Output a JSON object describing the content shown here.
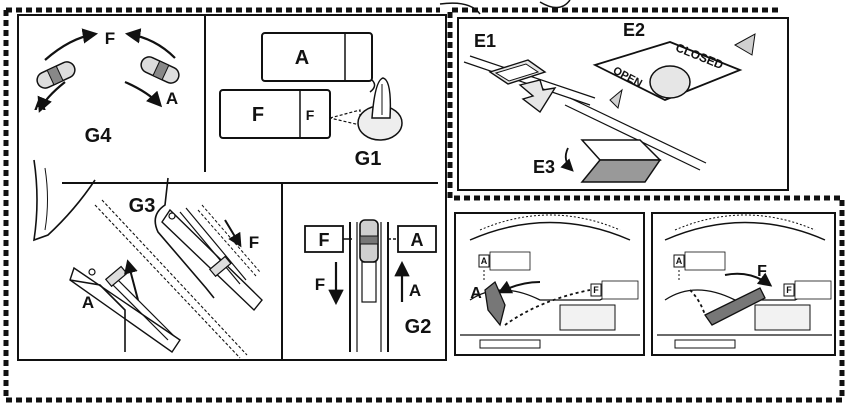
{
  "panels": {
    "g4": {
      "label": "G4",
      "top_letter": "F",
      "left_letter": "A",
      "right_letter": "A"
    },
    "g1": {
      "label": "G1",
      "upper_card_letter": "A",
      "lower_card_letter": "F",
      "lower_card_tab_letter": "F"
    },
    "g3": {
      "label": "G3",
      "lower_slider_letter": "A",
      "upper_slider_letter": "F"
    },
    "g2": {
      "label": "G2",
      "left_box_letter": "F",
      "right_box_letter": "A",
      "down_arrow_letter": "F",
      "up_arrow_letter": "A"
    },
    "e": {
      "label_1": "E1",
      "label_2": "E2",
      "label_3": "E3",
      "sign_text_1": "CLOSED",
      "sign_text_2": "OPEN"
    },
    "car_left": {
      "box_letter": "A",
      "tab_letter": "F",
      "position_letter": "A"
    },
    "car_right": {
      "box_letter": "A",
      "tab_letter": "F",
      "position_letter": "F"
    }
  },
  "colors": {
    "line": "#111111",
    "fill_gray": "#bdbdbd",
    "fill_light": "#e6e6e6",
    "background": "#ffffff"
  }
}
